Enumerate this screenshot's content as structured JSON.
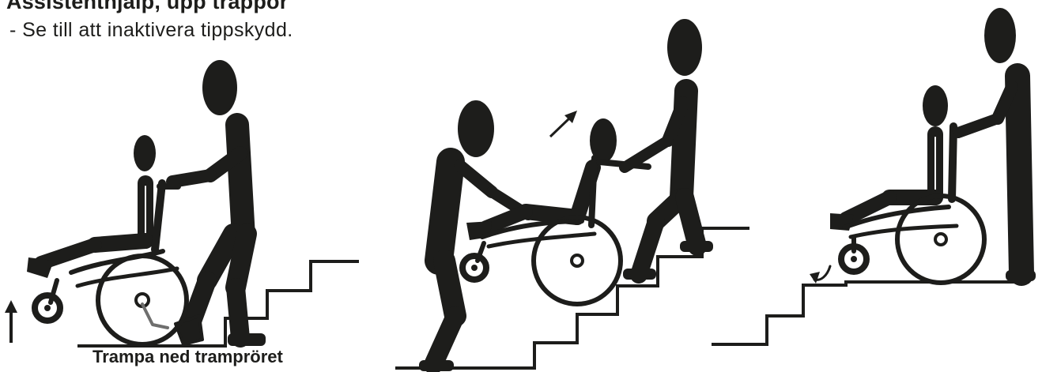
{
  "header": {
    "title": "Assistenthjälp, upp trappor",
    "instruction": "- Se till att inaktivera tippskydd."
  },
  "panels": [
    {
      "caption": "Trampa ned trampröret"
    },
    {
      "caption": ""
    },
    {
      "caption": ""
    }
  ],
  "icons": [
    "up-arrow-icon",
    "diagonal-arrow-icon",
    "rotate-arrow-icon"
  ],
  "colors": {
    "ink": "#1d1d1b",
    "accent_grey": "#6f6f6e",
    "background": "#ffffff"
  }
}
